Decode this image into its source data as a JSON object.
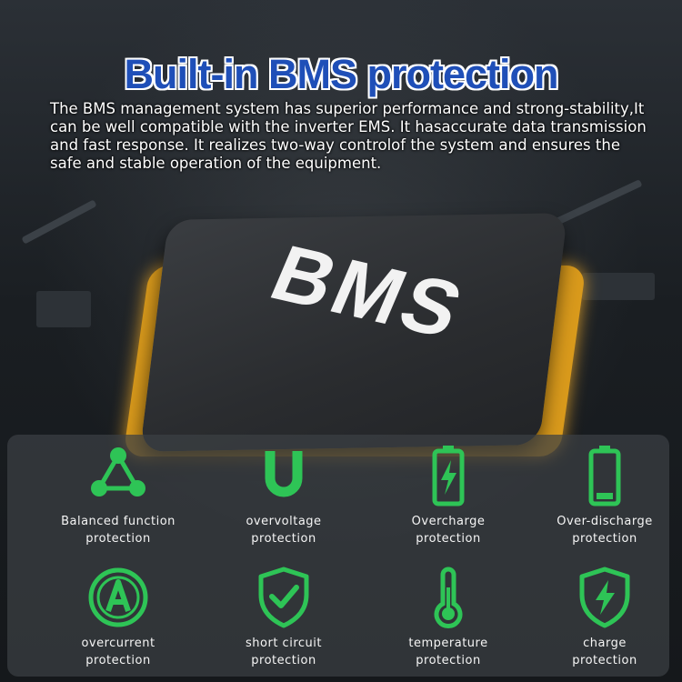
{
  "header": {
    "title": "Built-in BMS protection",
    "description": "The BMS management system has superior performance and strong-stability,It can be well compatible with the inverter EMS. It hasaccurate data transmission and fast response. It realizes two-way controlof the system and ensures the safe and stable operation of the equipment."
  },
  "chip": {
    "label": "BMS"
  },
  "accent_color": "#2ec456",
  "title_color": "#1f4fb8",
  "features": [
    {
      "icon": "balance-triangle-icon",
      "line1": "Balanced function",
      "line2": "protection"
    },
    {
      "icon": "u-magnet-icon",
      "line1": "overvoltage",
      "line2": "protection"
    },
    {
      "icon": "battery-bolt-icon",
      "line1": "Overcharge",
      "line2": "protection"
    },
    {
      "icon": "battery-empty-icon",
      "line1": "Over-discharge",
      "line2": "protection"
    },
    {
      "icon": "ampere-circle-icon",
      "line1": "overcurrent",
      "line2": "protection"
    },
    {
      "icon": "shield-check-icon",
      "line1": "short circuit",
      "line2": "protection"
    },
    {
      "icon": "thermometer-icon",
      "line1": "temperature",
      "line2": "protection"
    },
    {
      "icon": "shield-bolt-icon",
      "line1": "charge",
      "line2": "protection"
    }
  ]
}
